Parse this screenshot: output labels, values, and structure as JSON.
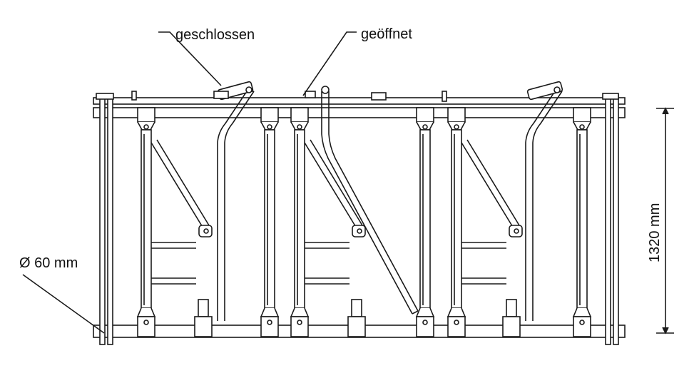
{
  "labels": {
    "closed": "geschlossen",
    "open": "geöffnet",
    "diameter": "Ø 60 mm",
    "height": "1320 mm"
  },
  "colors": {
    "stroke": "#1a1a1a",
    "fill": "#ffffff",
    "background": "#ffffff"
  }
}
